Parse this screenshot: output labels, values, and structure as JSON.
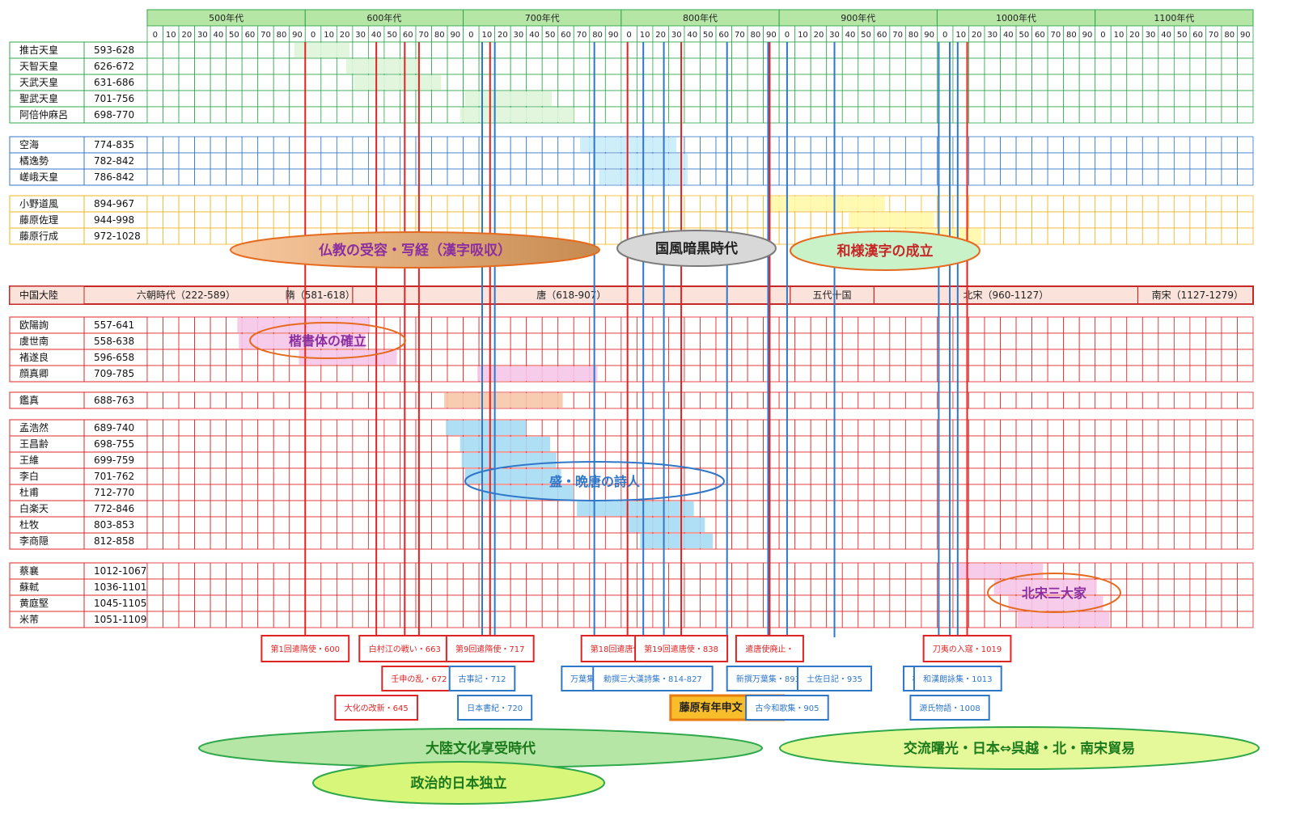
{
  "chart_data": {
    "type": "table",
    "timeline": {
      "start_year": 500,
      "end_year": 1200,
      "step": 10
    },
    "century_headers": [
      "500年代",
      "600年代",
      "700年代",
      "800年代",
      "900年代",
      "1000年代",
      "1100年代"
    ],
    "decade_labels": [
      "0",
      "10",
      "20",
      "30",
      "40",
      "50",
      "60",
      "70",
      "80",
      "90"
    ],
    "groups": [
      {
        "border_color": "#2ea84a",
        "bar_color": "#dff5da",
        "rows": [
          {
            "name": "推古天皇",
            "range_text": "593-628",
            "start": 593,
            "end": 628
          },
          {
            "name": "天智天皇",
            "range_text": "626-672",
            "start": 626,
            "end": 672
          },
          {
            "name": "天武天皇",
            "range_text": "631-686",
            "start": 631,
            "end": 686
          },
          {
            "name": "聖武天皇",
            "range_text": "701-756",
            "start": 701,
            "end": 756
          },
          {
            "name": "阿倍仲麻呂",
            "range_text": "698-770",
            "start": 698,
            "end": 770
          }
        ]
      },
      {
        "border_color": "#2f77c9",
        "bar_color": "#c9ecfa",
        "rows": [
          {
            "name": "空海",
            "range_text": "774-835",
            "start": 774,
            "end": 835
          },
          {
            "name": "橘逸勢",
            "range_text": "782-842",
            "start": 782,
            "end": 842
          },
          {
            "name": "嵯峨天皇",
            "range_text": "786-842",
            "start": 786,
            "end": 842
          }
        ]
      },
      {
        "border_color": "#f2b51d",
        "bar_color": "#fff8a8",
        "rows": [
          {
            "name": "小野道風",
            "range_text": "894-967",
            "start": 894,
            "end": 967
          },
          {
            "name": "藤原佐理",
            "range_text": "944-998",
            "start": 944,
            "end": 998
          },
          {
            "name": "藤原行成",
            "range_text": "972-1028",
            "start": 972,
            "end": 1028
          }
        ]
      },
      {
        "border_color": "#e02424",
        "bar_color": "#f5c6e8",
        "rows": [
          {
            "name": "欧陽詢",
            "range_text": "557-641",
            "start": 557,
            "end": 641
          },
          {
            "name": "虞世南",
            "range_text": "558-638",
            "start": 558,
            "end": 638
          },
          {
            "name": "褚遂良",
            "range_text": "596-658",
            "start": 596,
            "end": 658
          },
          {
            "name": "顔真卿",
            "range_text": "709-785",
            "start": 709,
            "end": 785
          }
        ]
      },
      {
        "border_color": "#e02424",
        "bar_color": "#f6c7a8",
        "rows": [
          {
            "name": "鑑真",
            "range_text": "688-763",
            "start": 688,
            "end": 763
          }
        ]
      },
      {
        "border_color": "#e02424",
        "bar_color": "#a6dcf4",
        "rows": [
          {
            "name": "孟浩然",
            "range_text": "689-740",
            "start": 689,
            "end": 740
          },
          {
            "name": "王昌齢",
            "range_text": "698-755",
            "start": 698,
            "end": 755
          },
          {
            "name": "王維",
            "range_text": "699-759",
            "start": 699,
            "end": 759
          },
          {
            "name": "李白",
            "range_text": "701-762",
            "start": 701,
            "end": 762
          },
          {
            "name": "杜甫",
            "range_text": "712-770",
            "start": 712,
            "end": 770
          },
          {
            "name": "白楽天",
            "range_text": "772-846",
            "start": 772,
            "end": 846
          },
          {
            "name": "杜牧",
            "range_text": "803-853",
            "start": 803,
            "end": 853
          },
          {
            "name": "李商隠",
            "range_text": "812-858",
            "start": 812,
            "end": 858
          }
        ]
      },
      {
        "border_color": "#e02424",
        "bar_color": "#f5c6e8",
        "rows": [
          {
            "name": "蔡襄",
            "range_text": "1012-1067",
            "start": 1012,
            "end": 1067
          },
          {
            "name": "蘇軾",
            "range_text": "1036-1101",
            "start": 1036,
            "end": 1101
          },
          {
            "name": "黄庭堅",
            "range_text": "1045-1105",
            "start": 1045,
            "end": 1105
          },
          {
            "name": "米芾",
            "range_text": "1051-1109",
            "start": 1051,
            "end": 1109
          }
        ]
      }
    ],
    "china_band": {
      "label": "中国大陸",
      "periods": [
        {
          "label": "六朝時代（222-589）",
          "start": 500,
          "end": 589
        },
        {
          "label": "隋（581-618）",
          "start": 589,
          "end": 630
        },
        {
          "label": "唐（618-907）",
          "start": 630,
          "end": 907
        },
        {
          "label": "五代十国",
          "start": 907,
          "end": 960
        },
        {
          "label": "北宋（960-1127）",
          "start": 960,
          "end": 1127
        },
        {
          "label": "南宋（1127-1279）",
          "start": 1127,
          "end": 1200
        }
      ]
    },
    "event_lines": [
      {
        "year": 600,
        "color": "#e02424"
      },
      {
        "year": 645,
        "color": "#e02424"
      },
      {
        "year": 663,
        "color": "#e02424"
      },
      {
        "year": 672,
        "color": "#e02424"
      },
      {
        "year": 717,
        "color": "#e02424"
      },
      {
        "year": 804,
        "color": "#e02424"
      },
      {
        "year": 838,
        "color": "#e02424"
      },
      {
        "year": 894,
        "color": "#e02424"
      },
      {
        "year": 1019,
        "color": "#e02424"
      },
      {
        "year": 712,
        "color": "#2f77c9"
      },
      {
        "year": 720,
        "color": "#2f77c9"
      },
      {
        "year": 783,
        "color": "#2f77c9"
      },
      {
        "year": 814,
        "color": "#2f77c9"
      },
      {
        "year": 827,
        "color": "#2f77c9"
      },
      {
        "year": 867,
        "color": "#2f77c9"
      },
      {
        "year": 893,
        "color": "#2f77c9"
      },
      {
        "year": 905,
        "color": "#2f77c9"
      },
      {
        "year": 935,
        "color": "#2f77c9"
      },
      {
        "year": 1001,
        "color": "#2f77c9"
      },
      {
        "year": 1008,
        "color": "#2f77c9"
      },
      {
        "year": 1013,
        "color": "#2f77c9"
      }
    ],
    "event_labels": [
      {
        "text": "第1回遣隋使・600",
        "color": "#e02424",
        "year": 600,
        "level": 0
      },
      {
        "text": "白村江の戦い・663",
        "color": "#e02424",
        "year": 663,
        "level": 0
      },
      {
        "text": "第9回遣隋使・717",
        "color": "#e02424",
        "year": 717,
        "level": 0
      },
      {
        "text": "第18回遣唐使・804",
        "color": "#e02424",
        "year": 804,
        "level": 0
      },
      {
        "text": "第19回遣唐使・838",
        "color": "#e02424",
        "year": 838,
        "level": 0
      },
      {
        "text": "遣唐使廃止・",
        "color": "#e02424",
        "year": 894,
        "level": 0
      },
      {
        "text": "刀夷の入寇・1019",
        "color": "#e02424",
        "year": 1019,
        "level": 0
      },
      {
        "text": "壬申の乱・672",
        "color": "#e02424",
        "year": 672,
        "level": 1
      },
      {
        "text": "古事記・712",
        "color": "#2f77c9",
        "year": 712,
        "level": 1
      },
      {
        "text": "万葉集・783",
        "color": "#2f77c9",
        "year": 783,
        "level": 1
      },
      {
        "text": "勅撰三大漢詩集・814-827",
        "color": "#2f77c9",
        "year": 820,
        "level": 1
      },
      {
        "text": "新撰万葉集・893",
        "color": "#2f77c9",
        "year": 893,
        "level": 1
      },
      {
        "text": "土佐日記・935",
        "color": "#2f77c9",
        "year": 935,
        "level": 1
      },
      {
        "text": "枕草子・1001",
        "color": "#2f77c9",
        "year": 1001,
        "level": 1
      },
      {
        "text": "和漢朗詠集・1013",
        "color": "#2f77c9",
        "year": 1013,
        "level": 1
      },
      {
        "text": "大化の改新・645",
        "color": "#e02424",
        "year": 645,
        "level": 2
      },
      {
        "text": "日本書紀・720",
        "color": "#2f77c9",
        "year": 720,
        "level": 2
      },
      {
        "text": "藤原有年申文・867",
        "color": "#e87a10",
        "year": 867,
        "level": 2,
        "highlight": true
      },
      {
        "text": "古今和歌集・905",
        "color": "#2f77c9",
        "year": 905,
        "level": 2
      },
      {
        "text": "源氏物語・1008",
        "color": "#2f77c9",
        "year": 1008,
        "level": 2
      }
    ],
    "annotations": [
      {
        "text": "仏教の受容・写経（漢字吸収）"
      },
      {
        "text": "国風暗黒時代"
      },
      {
        "text": "和様漢字の成立"
      },
      {
        "text": "楷書体の確立"
      },
      {
        "text": "盛・晩唐の詩人"
      },
      {
        "text": "北宋三大家"
      },
      {
        "text": "大陸文化享受時代"
      },
      {
        "text": "交流曙光・日本⇔呉越・北・南宋貿易"
      },
      {
        "text": "政治的日本独立"
      }
    ]
  }
}
